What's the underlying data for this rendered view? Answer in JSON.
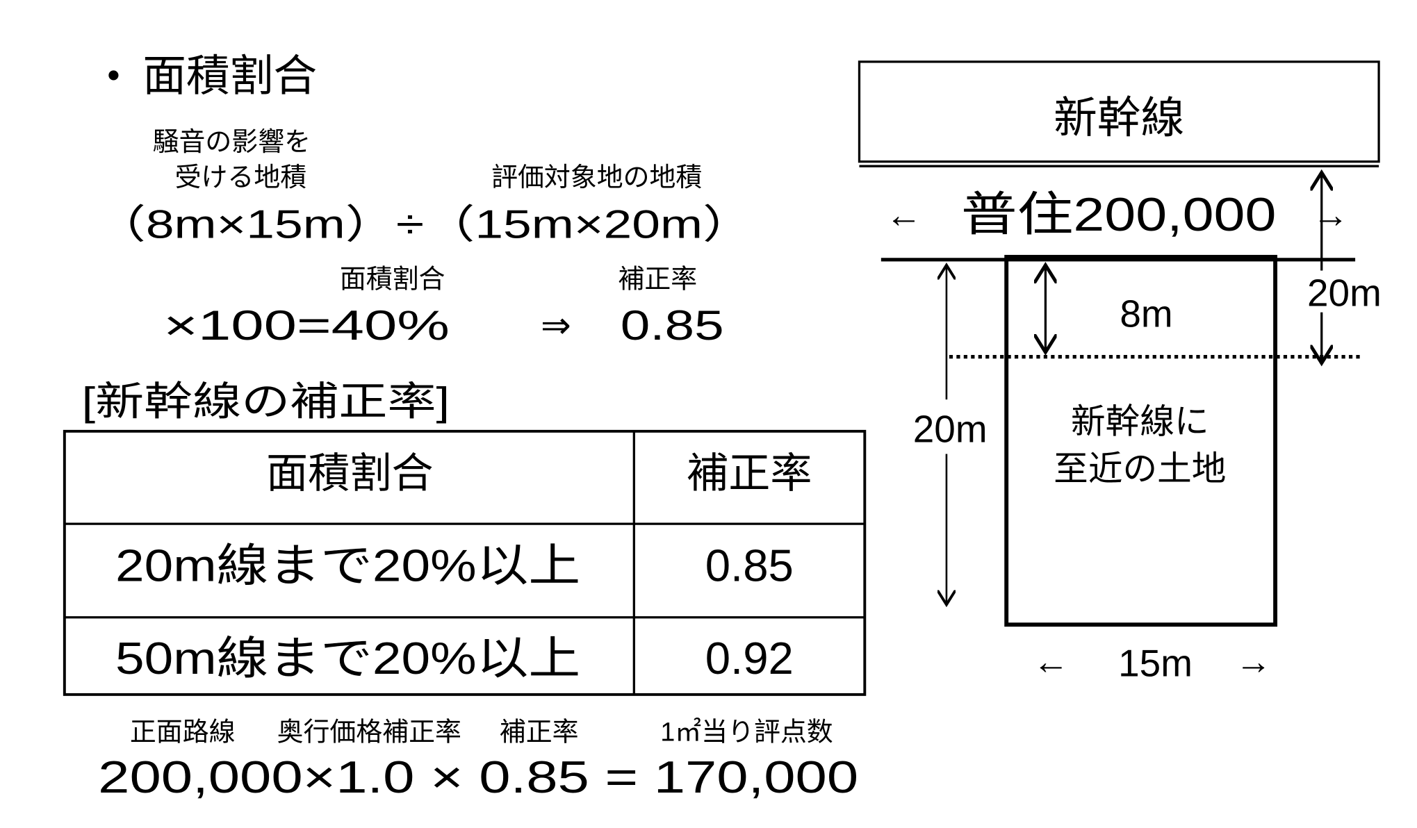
{
  "heading": {
    "bullet": "•",
    "title": "面積割合"
  },
  "formula1": {
    "label_noise_line1": "騒音の影響を",
    "label_noise_line2": "受ける地積",
    "label_target": "評価対象地の地積",
    "expression": "（8m×15m）÷（15m×20m）",
    "label_ratio": "面積割合",
    "label_correction": "補正率",
    "result": "×100=40%",
    "implies": "⇒",
    "correction_value": "0.85"
  },
  "table": {
    "title": "[新幹線の補正率]",
    "headers": [
      "面積割合",
      "補正率"
    ],
    "rows": [
      [
        "20m線まで20%以上",
        "0.85"
      ],
      [
        "50m線まで20%以上",
        "0.92"
      ]
    ]
  },
  "formula2": {
    "label_frontage": "正面路線",
    "label_depth": "奥行価格補正率",
    "label_correction": "補正率",
    "label_per_sqm": "1㎡当り評点数",
    "expression": "200,000×1.0 × 0.85 = 170,000"
  },
  "diagram": {
    "railway_label": "新幹線",
    "road_arrow_left": "←",
    "road_label": "普住200,000",
    "road_arrow_right": "→",
    "distance_right": "20m",
    "affected_depth": "8m",
    "lot_depth": "20m",
    "lot_label_line1": "新幹線に",
    "lot_label_line2": "至近の土地",
    "width_arrow_left": "←",
    "lot_width": "15m",
    "width_arrow_right": "→"
  }
}
